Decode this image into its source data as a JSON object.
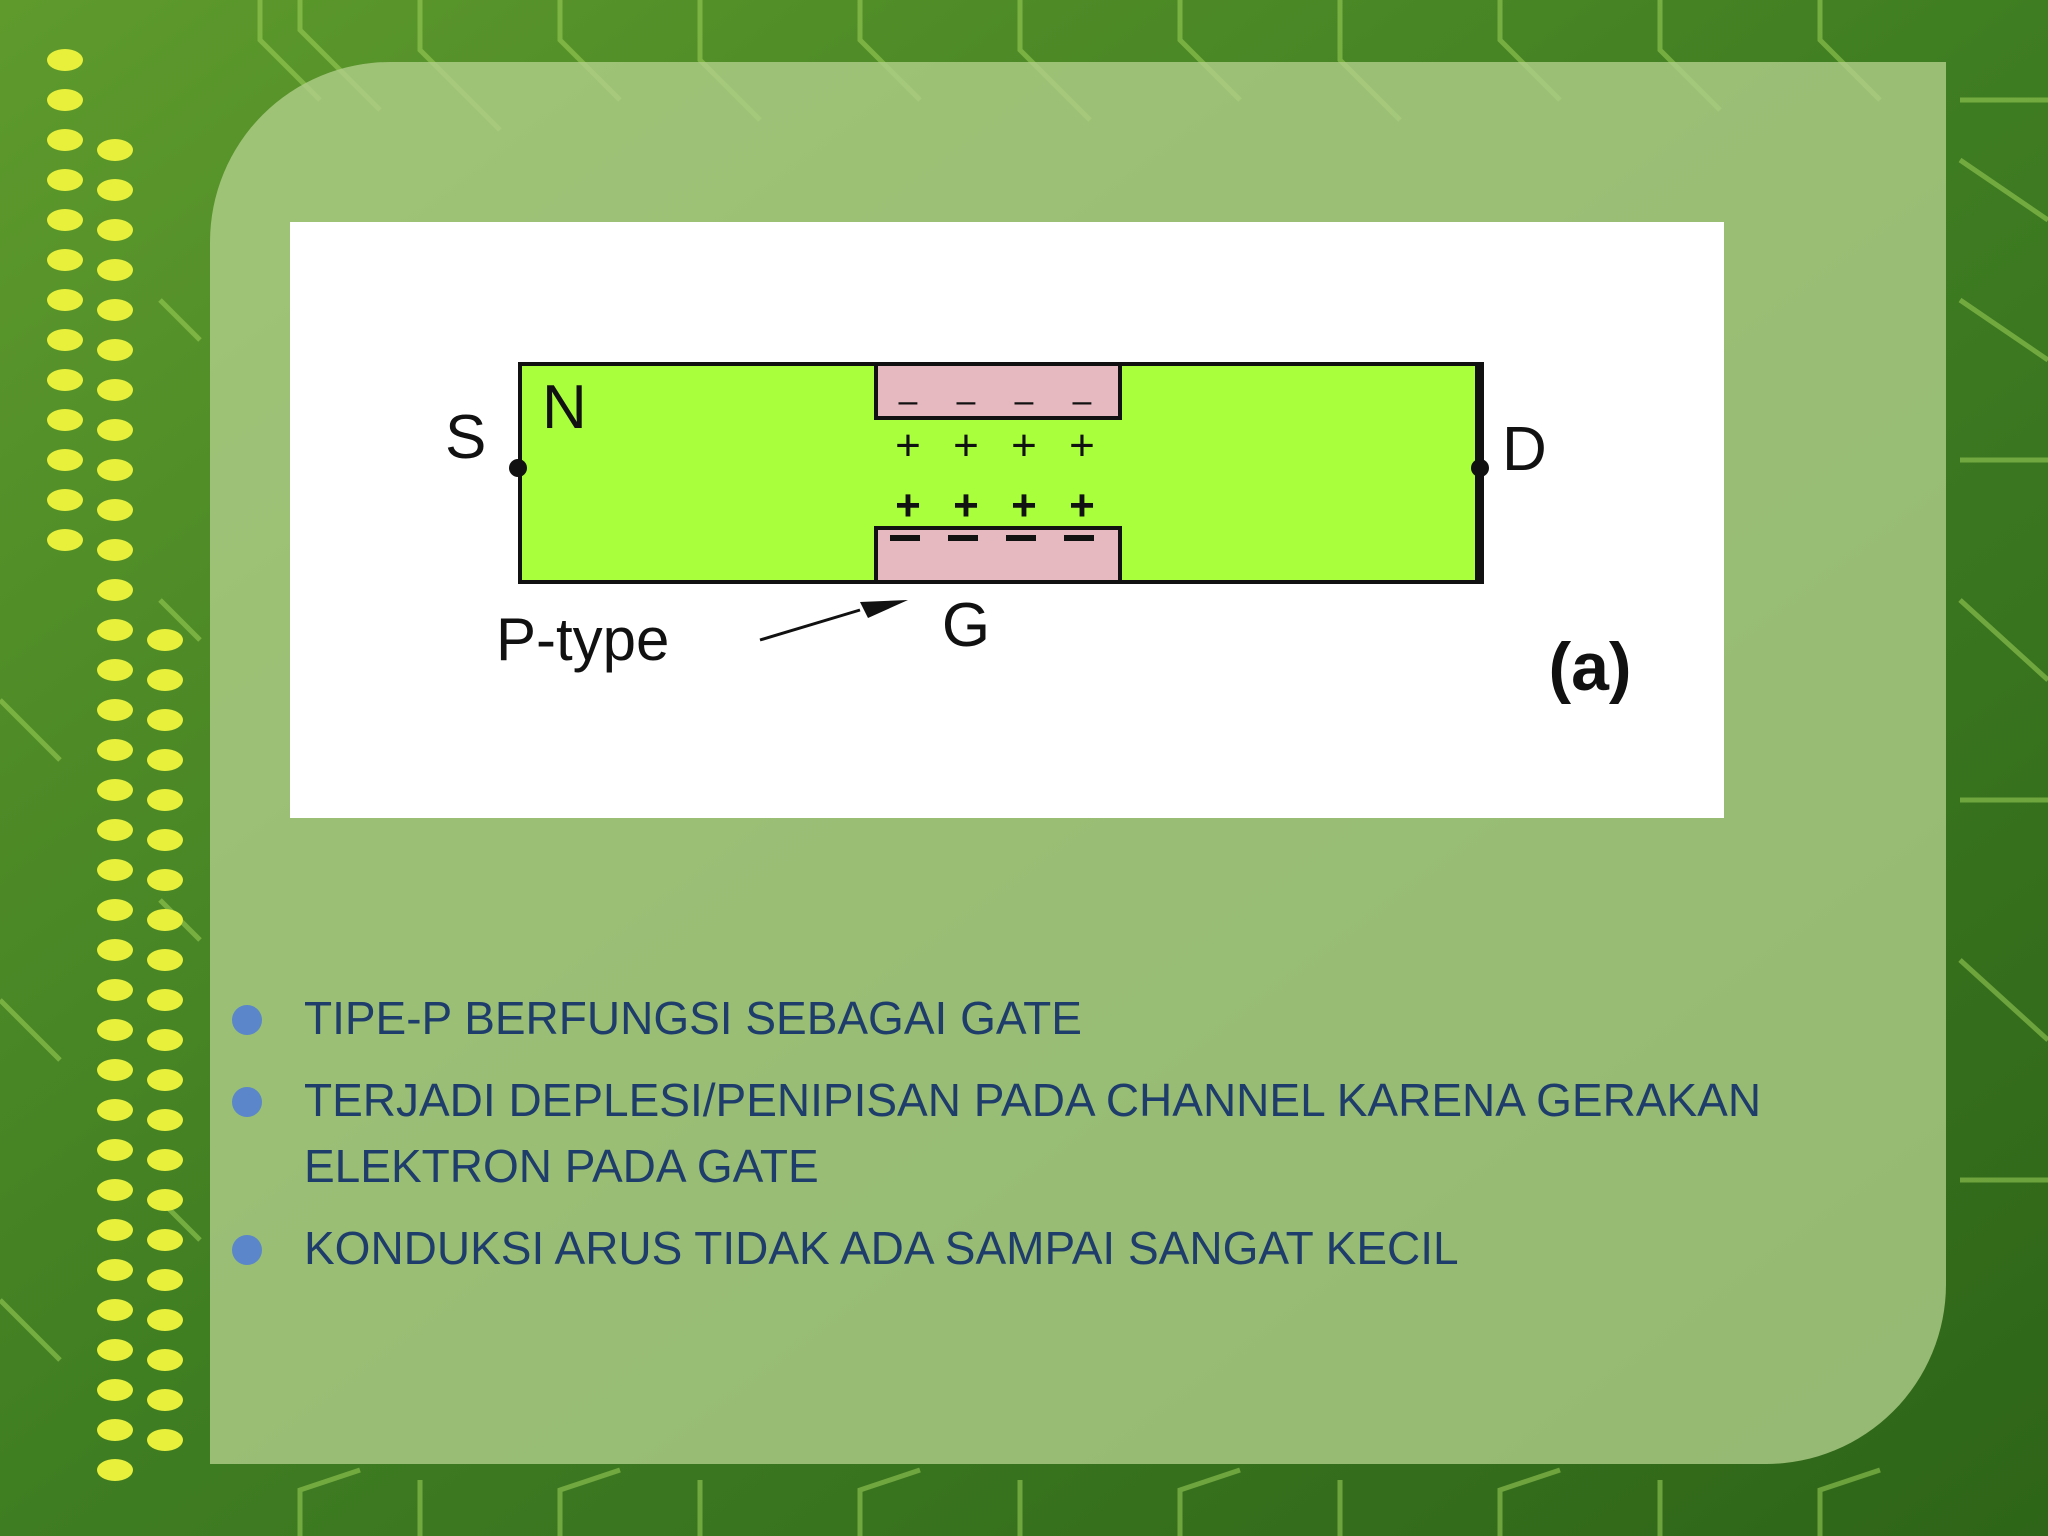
{
  "diagram": {
    "source_label": "S",
    "n_label": "N",
    "drain_label": "D",
    "gate_label": "G",
    "ptype_label": "P-type",
    "figure_label": "(a)",
    "minus_sign": "–",
    "plus_sign": "+"
  },
  "bullets": [
    {
      "text": "TIPE-P BERFUNGSI SEBAGAI GATE"
    },
    {
      "text": "TERJADI DEPLESI/PENIPISAN PADA CHANNEL KARENA GERAKAN ELEKTRON PADA GATE"
    },
    {
      "text": "KONDUKSI ARUS TIDAK ADA SAMPAI SANGAT KECIL"
    }
  ],
  "colors": {
    "channel_fill": "#aaff3c",
    "gate_fill": "#e6b8c0",
    "bullet_text": "#1f3d6b",
    "bullet_dot": "#5b86c9"
  }
}
